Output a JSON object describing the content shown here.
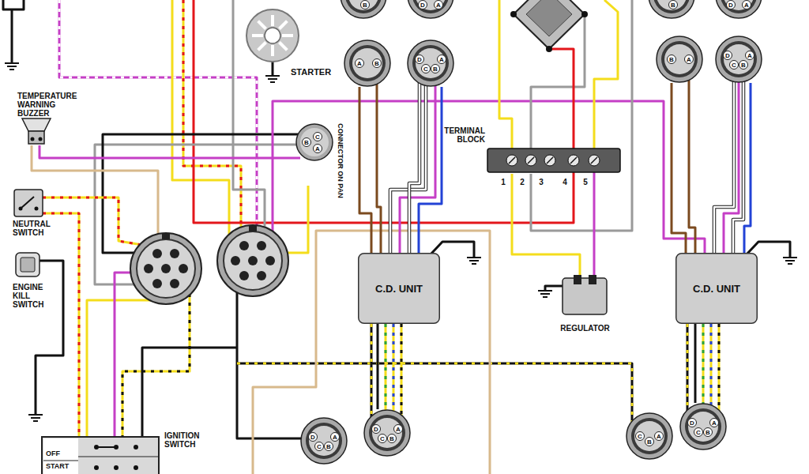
{
  "diagram": {
    "nodes": [
      {
        "text": [
          "B"
        ]
      },
      {
        "text": [
          "D",
          "A"
        ]
      },
      {
        "text": [
          "B"
        ]
      },
      {
        "text": [
          "D",
          "A"
        ]
      },
      {
        "text": [
          "STARTER"
        ]
      },
      {
        "text": [
          "A",
          "B"
        ]
      },
      {
        "text": [
          "D",
          "C",
          "B",
          "A"
        ]
      },
      {
        "text": [
          "B",
          "A"
        ]
      },
      {
        "text": [
          "D",
          "C",
          "B",
          "A"
        ]
      },
      {
        "text": [
          "TEMPERATURE WARNING BUZZER"
        ]
      },
      {
        "text": [
          "B",
          "C",
          "A",
          "CONNECTOR ON PAN"
        ]
      },
      {
        "text": [
          "TERMINAL BLOCK",
          "1",
          "2",
          "3",
          "4",
          "5"
        ]
      },
      {
        "text": [
          "NEUTRAL SWITCH"
        ]
      },
      {
        "text": [
          "C.D. UNIT"
        ]
      },
      {
        "text": [
          "C.D. UNIT"
        ]
      },
      {
        "text": [
          "ENGINE KILL SWITCH"
        ]
      },
      {
        "text": [
          "REGULATOR"
        ]
      },
      {
        "text": [
          "D",
          "C",
          "B",
          "A"
        ]
      },
      {
        "text": [
          "D",
          "C",
          "B",
          "A"
        ]
      },
      {
        "text": [
          "C",
          "B",
          "A"
        ]
      },
      {
        "text": [
          "D",
          "C",
          "B",
          "A"
        ]
      },
      {
        "text": [
          "IGNITION SWITCH",
          "OFF",
          "START"
        ]
      }
    ],
    "edges": [
      {
        "from": 5,
        "to": 13,
        "arrow": "none"
      },
      {
        "from": 6,
        "to": 13,
        "arrow": "none"
      },
      {
        "from": 7,
        "to": 14,
        "arrow": "none"
      },
      {
        "from": 8,
        "to": 14,
        "arrow": "none"
      },
      {
        "from": 13,
        "to": 18,
        "arrow": "none"
      },
      {
        "from": 14,
        "to": 20,
        "arrow": "none"
      },
      {
        "from": 11,
        "to": 16,
        "arrow": "none"
      }
    ]
  }
}
